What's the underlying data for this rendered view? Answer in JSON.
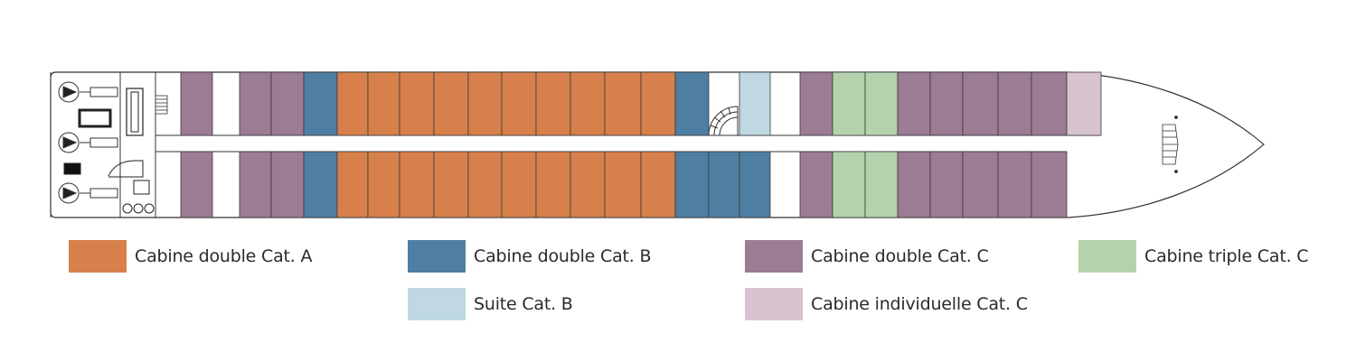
{
  "colors": {
    "double_a": "#d7804b",
    "double_b": "#4f7ea3",
    "double_c": "#9c7b94",
    "triple_c": "#b4d3ad",
    "suite_b": "#bfd8e1",
    "single_c": "#d8c3d0",
    "outline": "#333333",
    "background": "#ffffff"
  },
  "icons": [
    "propeller-icon",
    "spiral-staircase-icon",
    "stairs-icon",
    "bow-staircase-icon"
  ],
  "deck": {
    "top_row": [
      "C",
      "corridor",
      "C",
      "C",
      "B",
      "A",
      "A",
      "A",
      "A",
      "A",
      "A",
      "A",
      "A",
      "A",
      "A",
      "B",
      "stairs",
      "SB",
      "corridor",
      "C",
      "T",
      "T",
      "C",
      "C",
      "C",
      "C",
      "C",
      "S"
    ],
    "bottom_row": [
      "C",
      "corridor",
      "C",
      "C",
      "B",
      "A",
      "A",
      "A",
      "A",
      "A",
      "A",
      "A",
      "A",
      "A",
      "A",
      "B",
      "B",
      "B",
      "corridor",
      "C",
      "T",
      "T",
      "C",
      "C",
      "C",
      "C",
      "C"
    ]
  },
  "legend": [
    {
      "id": "double-a",
      "label": "Cabine double Cat. A",
      "color": "#d7804b"
    },
    {
      "id": "double-b",
      "label": "Cabine double Cat. B",
      "color": "#4f7ea3"
    },
    {
      "id": "double-c",
      "label": "Cabine double Cat. C",
      "color": "#9c7b94"
    },
    {
      "id": "triple-c",
      "label": "Cabine triple Cat. C",
      "color": "#b4d3ad"
    },
    {
      "id": "suite-b",
      "label": "Suite Cat. B",
      "color": "#bfd8e1"
    },
    {
      "id": "single-c",
      "label": "Cabine individuelle Cat. C",
      "color": "#d8c3d0"
    }
  ]
}
